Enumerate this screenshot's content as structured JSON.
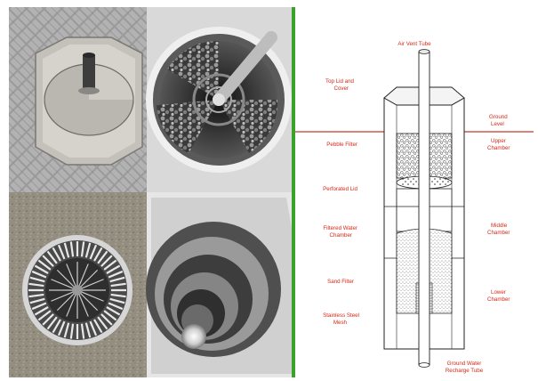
{
  "photos": {
    "top_left": "manhole-lid-cover",
    "top_right": "pebble-filter-chamber-top-view",
    "bottom_left": "perforated-lid-grating",
    "bottom_right": "chambers-looking-down"
  },
  "colors": {
    "accent_divider": "#3aa12a",
    "label_red": "#d42a1a",
    "ground_line": "#c0392b"
  },
  "diagram": {
    "labels": {
      "air_vent_tube": "Air Vent Tube",
      "top_lid_line1": "Top Lid and",
      "top_lid_line2": "Cover",
      "ground_level_line1": "Ground",
      "ground_level_line2": "Level",
      "pebble_filter": "Pebble Filter",
      "upper_chamber_line1": "Upper",
      "upper_chamber_line2": "Chamber",
      "perforated_lid": "Perforated Lid",
      "filtered_water_line1": "Filtered Water",
      "filtered_water_line2": "Chamber",
      "middle_chamber_line1": "Middle",
      "middle_chamber_line2": "Chamber",
      "sand_filter": "Sand Filter",
      "lower_chamber_line1": "Lower",
      "lower_chamber_line2": "Chamber",
      "stainless_mesh_line1": "Stainless Steel",
      "stainless_mesh_line2": "Mesh",
      "recharge_tube_line1": "Ground Water",
      "recharge_tube_line2": "Recharge Tube"
    }
  }
}
